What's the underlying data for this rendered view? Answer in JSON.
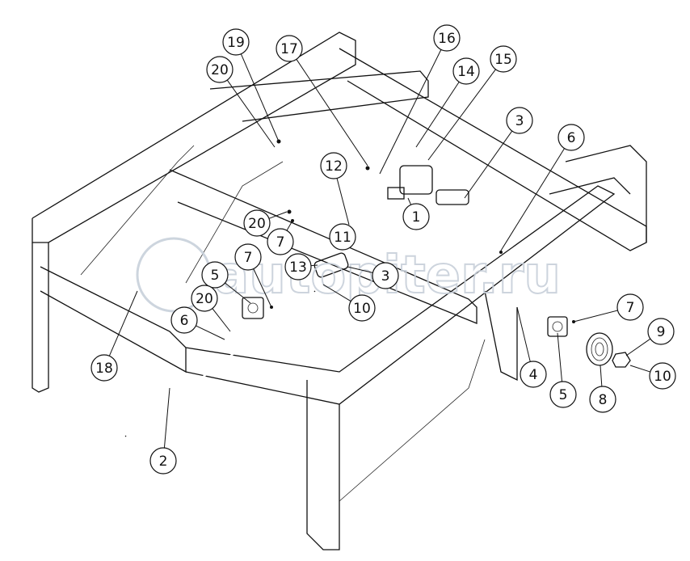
{
  "diagram": {
    "title": "Frame assembly exploded view",
    "watermark": "autopiter.ru",
    "callouts": [
      "19",
      "20",
      "17",
      "16",
      "14",
      "15",
      "3",
      "6",
      "12",
      "1",
      "20",
      "7",
      "11",
      "13",
      "3",
      "10",
      "5",
      "7",
      "20",
      "6",
      "18",
      "2",
      "7",
      "5",
      "4",
      "8",
      "9",
      "10"
    ]
  }
}
